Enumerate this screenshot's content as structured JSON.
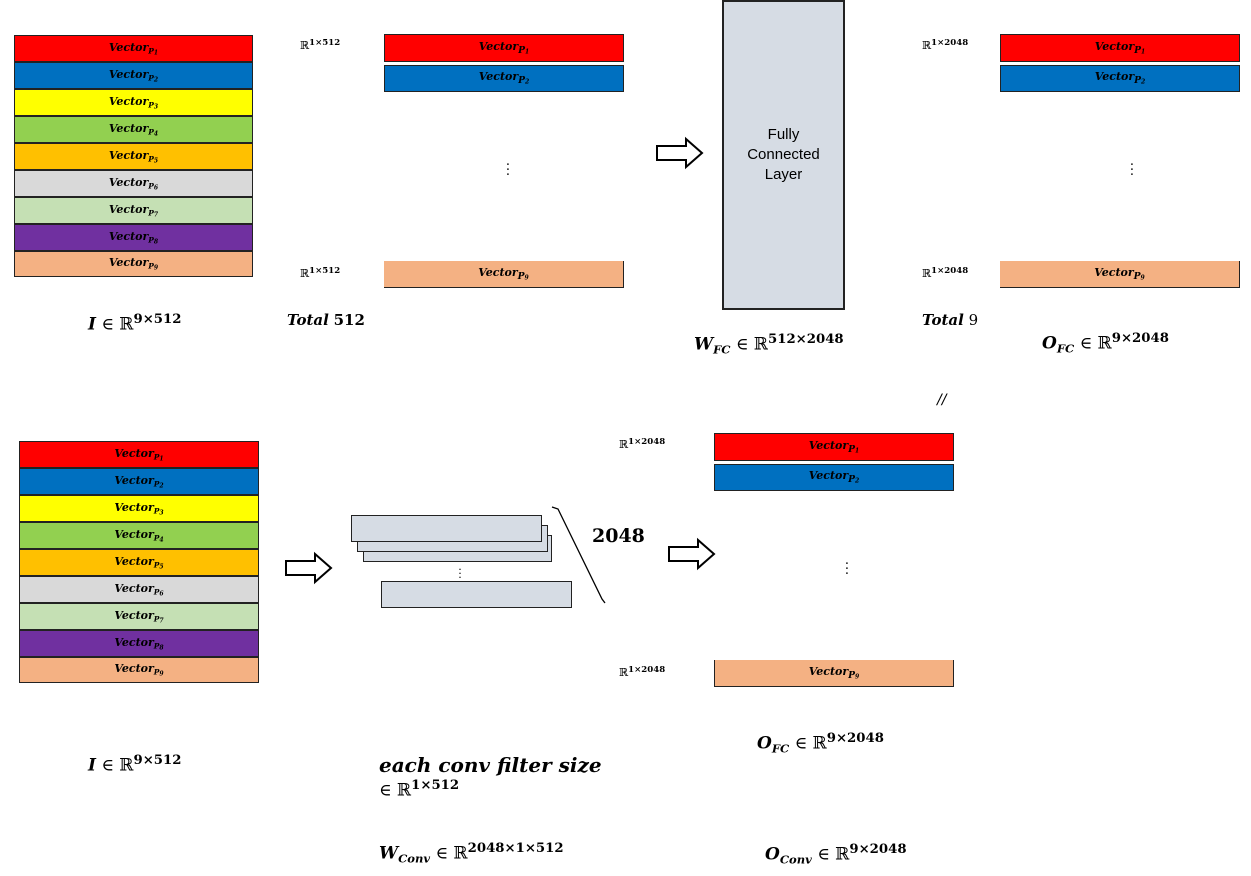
{
  "vectors": {
    "prefix": "Vector",
    "sub_letter": "P",
    "rows": [
      {
        "index": "1",
        "color": "#ff0000"
      },
      {
        "index": "2",
        "color": "#0070c0"
      },
      {
        "index": "3",
        "color": "#ffff00"
      },
      {
        "index": "4",
        "color": "#92d050"
      },
      {
        "index": "5",
        "color": "#ffc000"
      },
      {
        "index": "6",
        "color": "#d9d9d9"
      },
      {
        "index": "7",
        "color": "#c5e0b4"
      },
      {
        "index": "8",
        "color": "#7030a0"
      },
      {
        "index": "9",
        "color": "#f4b183"
      }
    ]
  },
  "dims": {
    "r1x512": "ℝ",
    "sup_512": "1×512",
    "sup_2048": "1×2048"
  },
  "top": {
    "input_label": {
      "var": "I",
      "set": "∈ ℝ",
      "sup": "9×512"
    },
    "total_left": {
      "word": "Total",
      "num": "512"
    },
    "fc_layer": "Fully Connected Layer",
    "weight_label": {
      "var": "W",
      "sub": "FC",
      "set": "∈ ℝ",
      "sup": "512×2048"
    },
    "total_right": {
      "word": "Total",
      "num": "9"
    },
    "output_label": {
      "var": "O",
      "sub": "FC",
      "set": "∈ ℝ",
      "sup": "9×2048"
    },
    "equivalence": "//"
  },
  "bottom": {
    "input_label": {
      "var": "I",
      "set": "∈ ℝ",
      "sup": "9×512"
    },
    "filter_count": "2048",
    "filter_caption_line1": "each conv filter size",
    "filter_caption_line2": {
      "set": "∈ ℝ",
      "sup": "1×512"
    },
    "weight_label": {
      "var": "W",
      "sub": "Conv",
      "set": "∈ ℝ",
      "sup": "2048×1×512"
    },
    "output_fc_label": {
      "var": "O",
      "sub": "FC",
      "set": "∈ ℝ",
      "sup": "9×2048"
    },
    "output_conv_label": {
      "var": "O",
      "sub": "Conv",
      "set": "∈ ℝ",
      "sup": "9×2048"
    }
  },
  "colors": {
    "fc_fill": "#d6dce4",
    "filter_fill": "#d6dce4"
  }
}
